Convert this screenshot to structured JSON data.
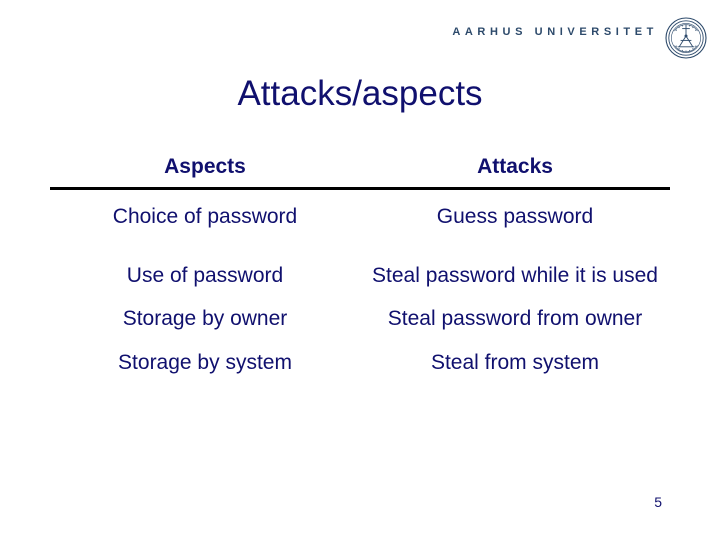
{
  "branding": {
    "wordmark": "AARHUS UNIVERSITET",
    "seal_icon": "university-seal-icon",
    "wordmark_color": "#2d4a6b"
  },
  "slide": {
    "title": "Attacks/aspects",
    "title_color": "#10106e",
    "page_number": "5"
  },
  "table": {
    "headers": [
      "Aspects",
      "Attacks"
    ],
    "rows": [
      {
        "aspect": "Choice of password",
        "attack": "Guess password"
      },
      {
        "aspect": "Use of password",
        "attack": "Steal password while it is used"
      },
      {
        "aspect": "Storage by owner",
        "attack": "Steal password from owner"
      },
      {
        "aspect": "Storage by system",
        "attack": "Steal from system"
      }
    ],
    "rule_color": "#000000",
    "text_color": "#10106e"
  }
}
